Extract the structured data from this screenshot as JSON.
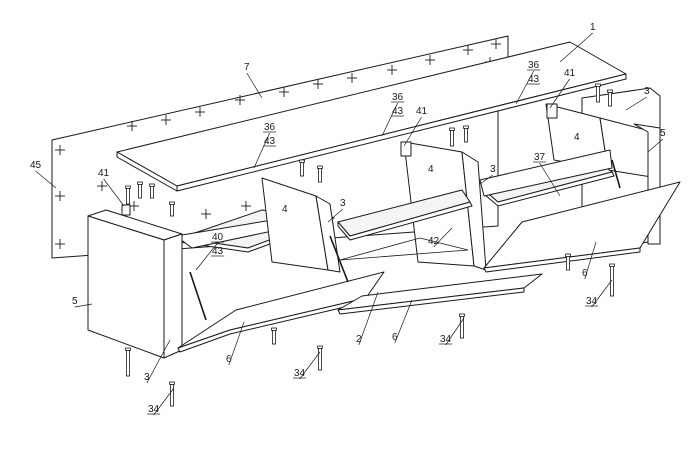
{
  "labels": {
    "l1": "1",
    "l7": "7",
    "l45": "45",
    "l41a": "41",
    "l41b": "41",
    "l41c": "41",
    "l36a": "36",
    "l43a": "43",
    "l36b": "36",
    "l43b": "43",
    "l36c": "36",
    "l43c": "43",
    "l40": "40",
    "l43d": "43",
    "l3a": "3",
    "l3b": "3",
    "l3c": "3",
    "l3d": "3",
    "l4a": "4",
    "l4b": "4",
    "l4c": "4",
    "l5a": "5",
    "l5b": "5",
    "l37": "37",
    "l42": "42",
    "l2": "2",
    "l6a": "6",
    "l6b": "6",
    "l6c": "6",
    "l34a": "34",
    "l34b": "34",
    "l34c": "34",
    "l34d": "34"
  }
}
